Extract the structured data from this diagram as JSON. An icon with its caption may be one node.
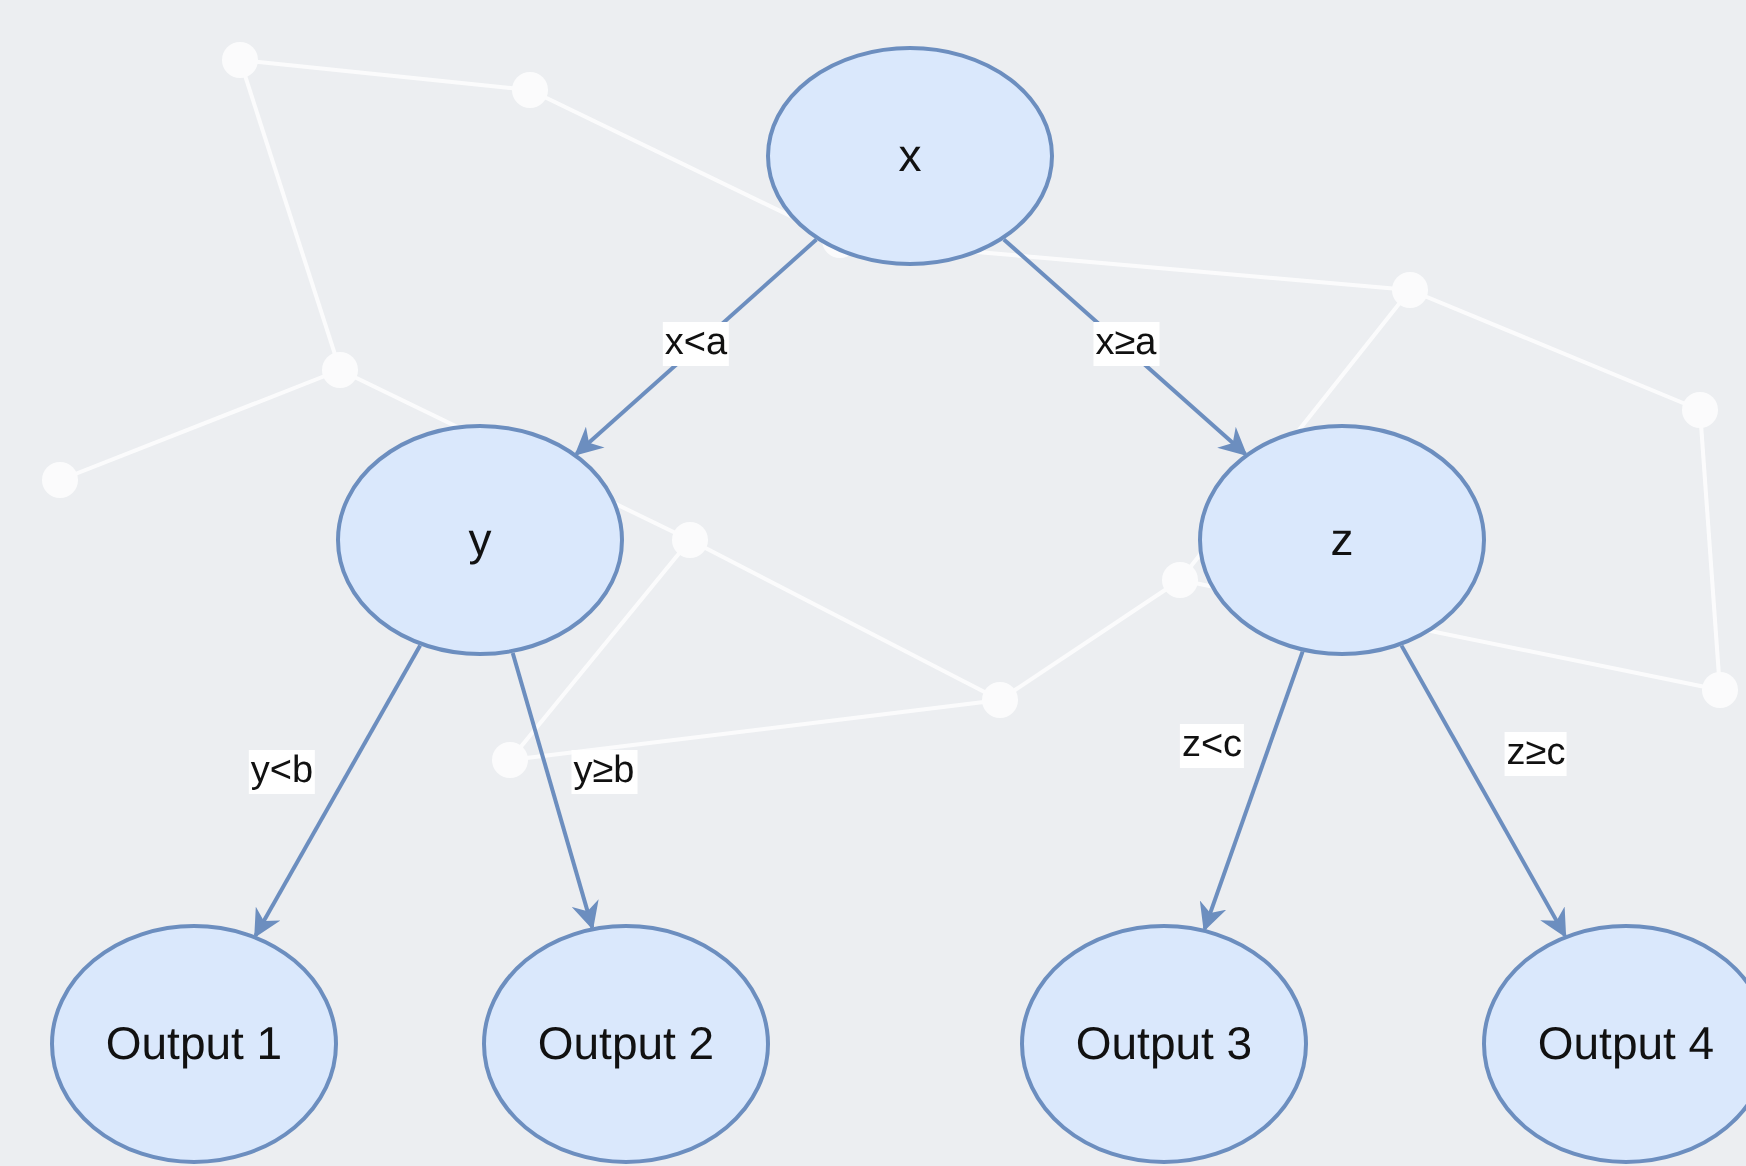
{
  "diagram": {
    "nodes": [
      {
        "text": [
          "x"
        ]
      },
      {
        "text": [
          "y"
        ]
      },
      {
        "text": [
          "z"
        ]
      },
      {
        "text": [
          "Output 1"
        ]
      },
      {
        "text": [
          "Output 2"
        ]
      },
      {
        "text": [
          "Output 3"
        ]
      },
      {
        "text": [
          "Output 4"
        ]
      }
    ],
    "edges": [
      {
        "from": 0,
        "to": 1,
        "arrow": "to",
        "label": "x<a"
      },
      {
        "from": 0,
        "to": 2,
        "arrow": "to",
        "label": "x≥a"
      },
      {
        "from": 1,
        "to": 3,
        "arrow": "to",
        "label": "y<b"
      },
      {
        "from": 1,
        "to": 4,
        "arrow": "to",
        "label": "y≥b"
      },
      {
        "from": 2,
        "to": 5,
        "arrow": "to",
        "label": "z<c"
      },
      {
        "from": 2,
        "to": 6,
        "arrow": "to",
        "label": "z≥c"
      }
    ]
  }
}
